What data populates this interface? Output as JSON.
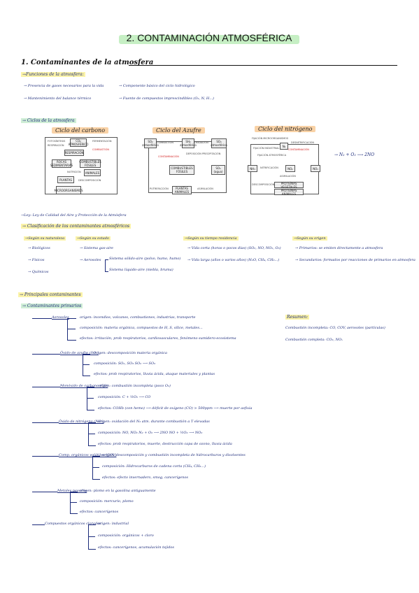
{
  "title": "2. CONTAMINACIÓN ATMOSFÉRICA",
  "section1": {
    "heading": "1. Contaminantes de la atmosfera",
    "funciones": {
      "heading": "→Funciones de la atmosfera:",
      "items": [
        "→ Presencia de gases necesarios para la vida",
        "→ Mantenimiento del balance térmico",
        "→ Componente básico del ciclo hidrológico",
        "→ Fuente de compuestos imprescindibles (O₂, N, H...)"
      ]
    },
    "ciclos": {
      "heading": "→ Ciclos de la atmosfera",
      "carbono": {
        "title": "Ciclo del carbono",
        "boxes": [
          "CO₂ ATMOSFÉRICO",
          "RESPIRACIÓN",
          "ROCAS SEDIMENTARIAS",
          "COMBUSTIBLES FÓSILES",
          "ANIMALES",
          "PLANTAS",
          "MICROORGANISMOS"
        ],
        "labels": [
          "FOTOSÍNTESIS",
          "RESPIRACIÓN",
          "FERMENTACIÓN",
          "COMBUSTIÓN",
          "NUTRICIÓN",
          "DESCOMPOSICIÓN"
        ]
      },
      "azufre": {
        "title": "Ciclo del Azufre",
        "boxes": [
          "SO₂ atmosférico",
          "SH₂ atmosférico",
          "SO₄ atmosférico",
          "COMBUSTIBLES FÓSILES",
          "SO₄ (agua)",
          "PLANTAS ANIMALES"
        ],
        "labels": [
          "COMBUSTIÓN",
          "OXIDACIÓN",
          "DEPOSICIÓN PRECIPITACIÓN",
          "PUTREFACCIÓN",
          "ASIMILACIÓN"
        ]
      },
      "nitrogeno": {
        "title": "Ciclo del nitrógeno",
        "boxes": [
          "N₂",
          "NH₃",
          "NO₂",
          "NO₃",
          "PROTEÍNAS VEGETALES",
          "PROTEÍNAS ANIMALES"
        ],
        "labels": [
          "FIJACIÓN MICROORGANISMOS",
          "FIJACIÓN INDUSTRIAL",
          "FIJACIÓN ATMOSFÉRICA",
          "NITRIFICACIÓN",
          "DESNITRIFICACIÓN",
          "ASIMILACIÓN",
          "DESCOMPOSICIÓN"
        ],
        "equation": "→ N₂ + O₂ ⟶ 2NO"
      }
    },
    "ley": "→Ley: Ley de Calidad del Aire y Protección de la Atmósfera",
    "clasificacion": {
      "heading": "→ Clasificación de los contaminantes atmosféricos",
      "columns": [
        {
          "heading": "→Según su naturaleza",
          "items": [
            "→ Biológicos",
            "→ Físicos",
            "→ Químicos"
          ]
        },
        {
          "heading": "→Según su estado",
          "items": [
            "→ Sistema gas-aire",
            "→ Aerosoles"
          ],
          "sub": [
            "Sistema sólido-aire (polvo, humo, humo)",
            "Sistema líquido-aire (niebla, bruma)"
          ]
        },
        {
          "heading": "→Según su tiempo residencia",
          "items": [
            "→ Vida corta (horas o pocos días) (SO₂, NO, NO₂, O₃)",
            "→ Vida larga (años o varios años) (N₂O, CH₄, CH₃...)"
          ]
        },
        {
          "heading": "→Según su origen",
          "items": [
            "→ Primarios: se emiten directamente a atmosfera",
            "→ Secundarios: formados por reacciones de primarios en atmosfera"
          ]
        }
      ]
    }
  },
  "principales": {
    "heading": "→ Principales contaminantes",
    "primarios": "→ Contaminantes primarios",
    "resumen": {
      "heading": "Resumen:",
      "lines": [
        "Combustión incompleta: CO, COV, aerosoles (partículas)",
        "Combustión completa: CO₂, NOₓ"
      ]
    },
    "groups": [
      {
        "name": "Aerosoles",
        "items": [
          "origen: incendios, volcanes, combustiones, industrias, transporte",
          "composición: materia orgánica, compuestos de H, S, sílice, metales...",
          "efectos: irritación, prob respiratorios, cardiovasculares, fenómeno sumidero-ecosistema"
        ]
      },
      {
        "name": "Óxido de azufre (SOₓ)",
        "items": [
          "origen: descomposición materia orgánica",
          "composición: SO₂, SO₃     SO₂ ⟶ SO₃",
          "efectos: prob respiratorios, lluvia ácida, ataque materiales y plantas"
        ]
      },
      {
        "name": "Monóxido de carbono (CO)",
        "items": [
          "origen: combustión incompleta (poco O₂)",
          "composición: C + ½O₂ ⟶ CO",
          "efectos: COHb (con hemo) ⟶ déficit de oxígeno     (CO) > 500ppm ⟶ muerte por asfixia"
        ]
      },
      {
        "name": "Óxido de nitrógeno (NOₓ)",
        "items": [
          "origen: oxidación del N₂ atm. durante combustión a T elevadas",
          "composición: NO, NO₂     N₂ + O₂ ⟶ 2NO     NO + ½O₂ ⟶ NO₂",
          "efectos: prob respiratorios, muerte, destrucción capa de ozono, lluvia ácida"
        ]
      },
      {
        "name": "Comp. orgánicos volátiles (COV)",
        "items": [
          "origen: descomposición y combustión incompleta de hidrocarburos y disolventes",
          "composición: Hidrocarburos de cadena corta (CH₄, CH₃...)",
          "efectos: efecto invernadero, smog, cancerígenos"
        ]
      },
      {
        "name": "Metales pesados",
        "items": [
          "origen: plomo en la gasolina antiguamente",
          "composición: mercurio, plomo",
          "efectos: cancerígenos"
        ]
      },
      {
        "name": "Compuestos orgánicos clorados",
        "items": [
          "origen: industrial",
          "composición: orgánicos + cloro",
          "efectos: cancerígenos, acumulación tejidos"
        ]
      }
    ]
  }
}
